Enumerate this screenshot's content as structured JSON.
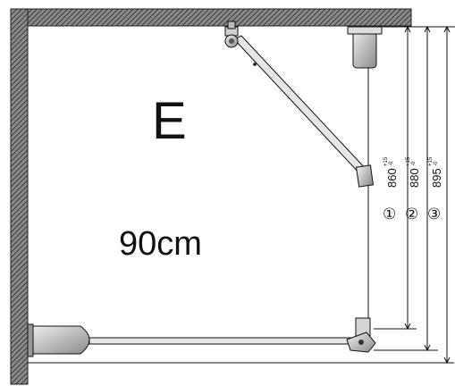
{
  "diagram": {
    "model_letter": "E",
    "size_label": "90cm",
    "dimensions": [
      {
        "circle": "①",
        "value": "860",
        "tol_plus": "+15",
        "tol_minus": "-0"
      },
      {
        "circle": "②",
        "value": "880",
        "tol_plus": "+15",
        "tol_minus": "-0"
      },
      {
        "circle": "③",
        "value": "895",
        "tol_plus": "+15",
        "tol_minus": "-0"
      }
    ],
    "colors": {
      "wall_hatch": "#555555",
      "wall_bg": "#8a8a8a",
      "line": "#111111",
      "hardware_fill": "#c8c8c8"
    }
  }
}
